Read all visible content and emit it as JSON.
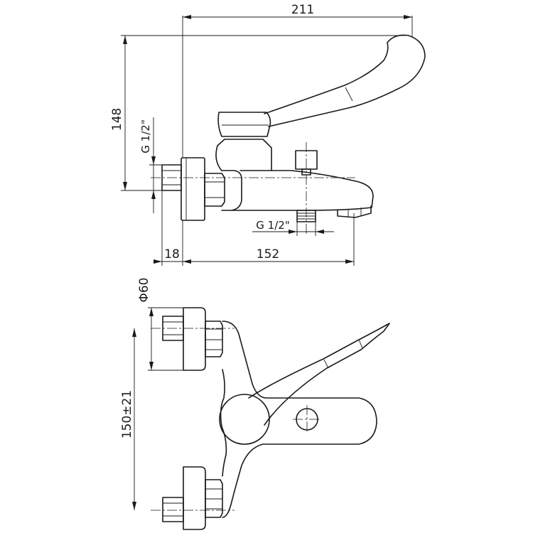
{
  "dimensions": {
    "overall_length": "211",
    "height": "148",
    "thread_top": "G 1/2\"",
    "thread_bottom": "G 1/2\"",
    "wall_offset": "18",
    "spout_reach": "152",
    "diameter": "Φ60",
    "centre_distance": "150±21"
  }
}
